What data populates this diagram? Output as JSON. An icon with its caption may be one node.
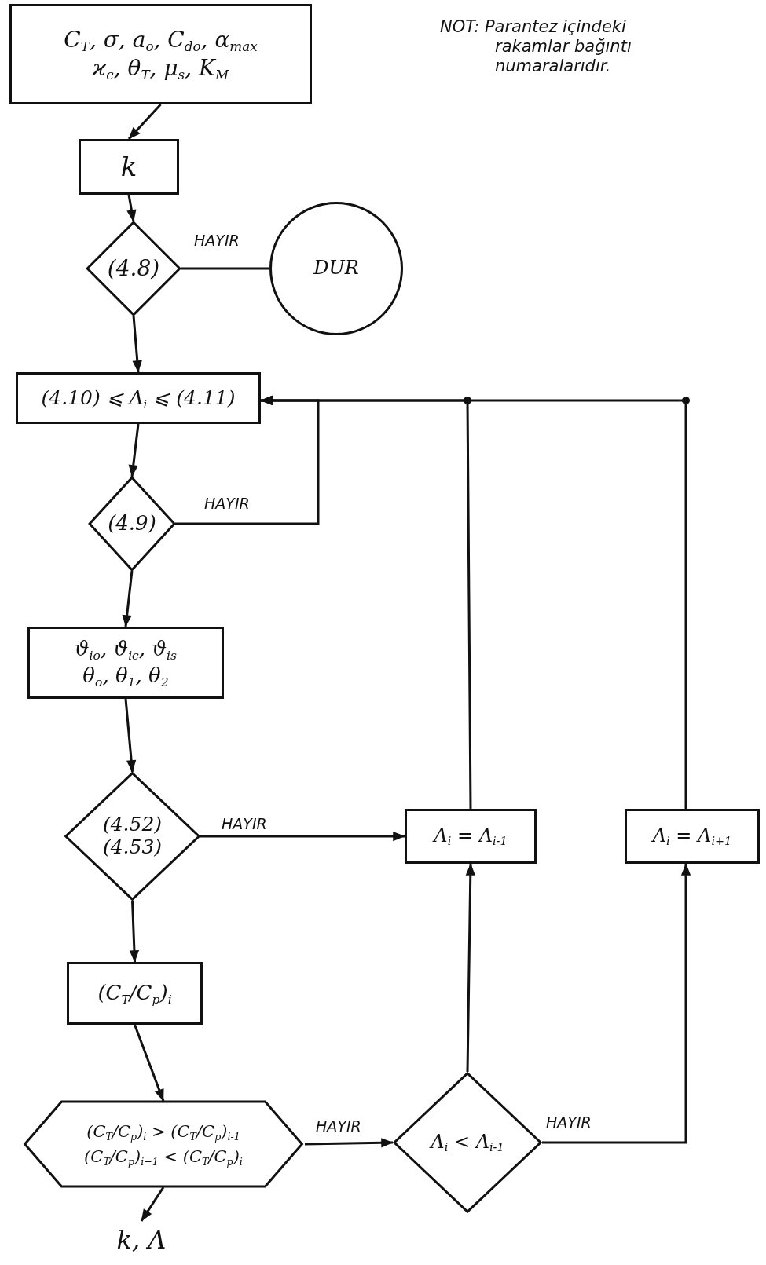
{
  "diagram": {
    "nodes": [
      {
        "text": [
          "C$_{T}$, σ, a$_{o}$, C$_{do}$, α$_{max}$",
          "ϰ$_{c}$, θ$_{T}$, μ$_{s}$, K$_{M}$"
        ]
      },
      {
        "text": [
          "k"
        ]
      },
      {
        "text": [
          "(4.8)"
        ]
      },
      {
        "text": [
          "DUR"
        ]
      },
      {
        "text": [
          "(4.10) ⩽ Λ$_{i}$ ⩽ (4.11)"
        ]
      },
      {
        "text": [
          "(4.9)"
        ]
      },
      {
        "text": [
          "ϑ$_{io}$, ϑ$_{ic}$, ϑ$_{is}$",
          "θ$_{o}$, θ$_{1}$, θ$_{2}$"
        ]
      },
      {
        "text": [
          "(4.52)",
          "(4.53)"
        ]
      },
      {
        "text": [
          "(C$_{T}$/C$_{p}$)$_{i}$"
        ]
      },
      {
        "text": [
          "(C$_{T}$/C$_{p}$)$_{i}$ > (C$_{T}$/C$_{p}$)$_{i-1}$",
          "(C$_{T}$/C$_{p}$)$_{i+1}$ < (C$_{T}$/C$_{p}$)$_{i}$"
        ]
      },
      {
        "text": [
          "k, Λ"
        ]
      },
      {
        "text": [
          "Λ$_{i}$ < Λ$_{i-1}$"
        ]
      },
      {
        "text": [
          "Λ$_{i}$ = Λ$_{i-1}$"
        ]
      },
      {
        "text": [
          "Λ$_{i}$ = Λ$_{i+1}$"
        ]
      }
    ],
    "edges": [
      {
        "from": 0,
        "to": 1,
        "arrow": "to"
      },
      {
        "from": 1,
        "to": 2,
        "arrow": "to"
      },
      {
        "from": 2,
        "to": 3,
        "arrow": "none",
        "label": "HAYIR"
      },
      {
        "from": 2,
        "to": 4,
        "arrow": "to"
      },
      {
        "from": 4,
        "to": 5,
        "arrow": "to"
      },
      {
        "from": 5,
        "to": 4,
        "arrow": "to",
        "label": "HAYIR"
      },
      {
        "from": 5,
        "to": 6,
        "arrow": "to"
      },
      {
        "from": 6,
        "to": 7,
        "arrow": "to"
      },
      {
        "from": 7,
        "to": 12,
        "arrow": "to",
        "label": "HAYIR"
      },
      {
        "from": 7,
        "to": 8,
        "arrow": "to"
      },
      {
        "from": 8,
        "to": 9,
        "arrow": "to"
      },
      {
        "from": 9,
        "to": 10,
        "arrow": "to"
      },
      {
        "from": 9,
        "to": 11,
        "arrow": "to",
        "label": "HAYIR"
      },
      {
        "from": 11,
        "to": 12,
        "arrow": "to"
      },
      {
        "from": 11,
        "to": 13,
        "arrow": "to",
        "label": "HAYIR"
      },
      {
        "from": 12,
        "to": 4,
        "arrow": "to"
      },
      {
        "from": 13,
        "to": 4,
        "arrow": "to"
      }
    ],
    "labels": [
      "NOT: Parantez içindeki rakamlar bağıntı numaralarıdır."
    ]
  }
}
